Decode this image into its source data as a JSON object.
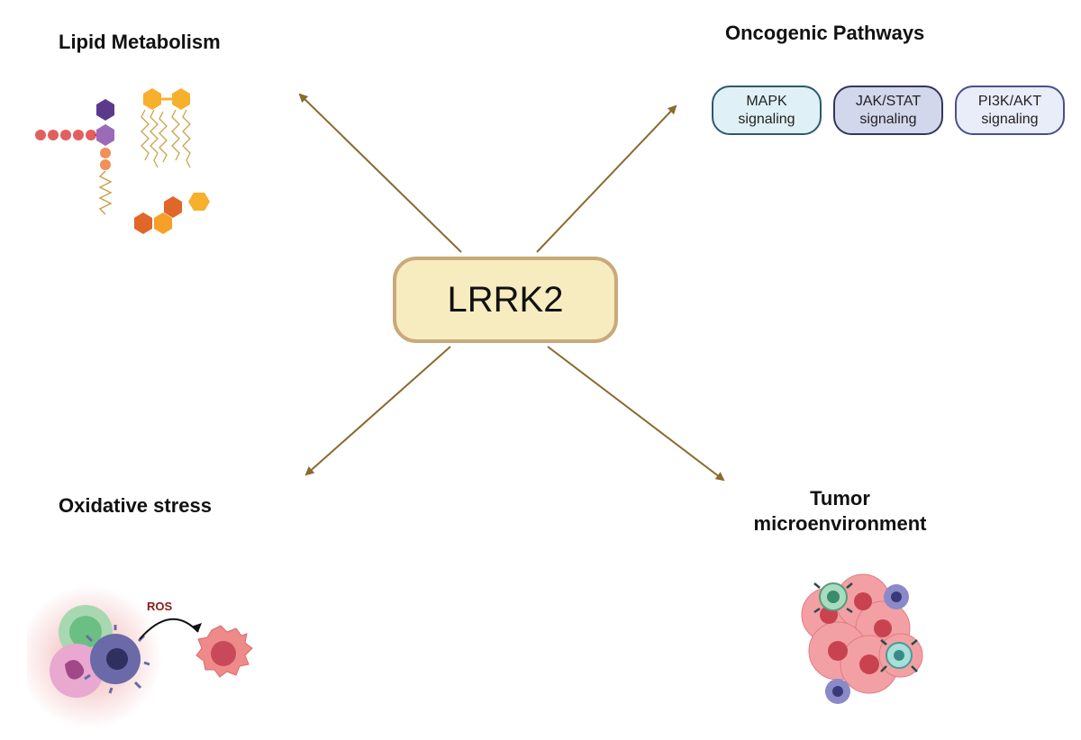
{
  "center": {
    "label": "LRRK2"
  },
  "nodes": {
    "lipid": {
      "title": "Lipid Metabolism"
    },
    "oncogenic": {
      "title": "Oncogenic Pathways"
    },
    "oxidative": {
      "title": "Oxidative stress",
      "ros_label": "ROS"
    },
    "tumor": {
      "title_line1": "Tumor",
      "title_line2": "microenvironment"
    }
  },
  "pathways": [
    {
      "line1": "MAPK",
      "line2": "signaling"
    },
    {
      "line1": "JAK/STAT",
      "line2": "signaling"
    },
    {
      "line1": "PI3K/AKT",
      "line2": "signaling"
    }
  ],
  "colors": {
    "arrow": "#8a6a2e",
    "center_fill": "#f7ecc0",
    "center_border": "#c9a97a"
  },
  "icons": [
    "lipid-molecules-icon",
    "immune-cells-ros-icon",
    "tumor-cell-cluster-icon"
  ]
}
